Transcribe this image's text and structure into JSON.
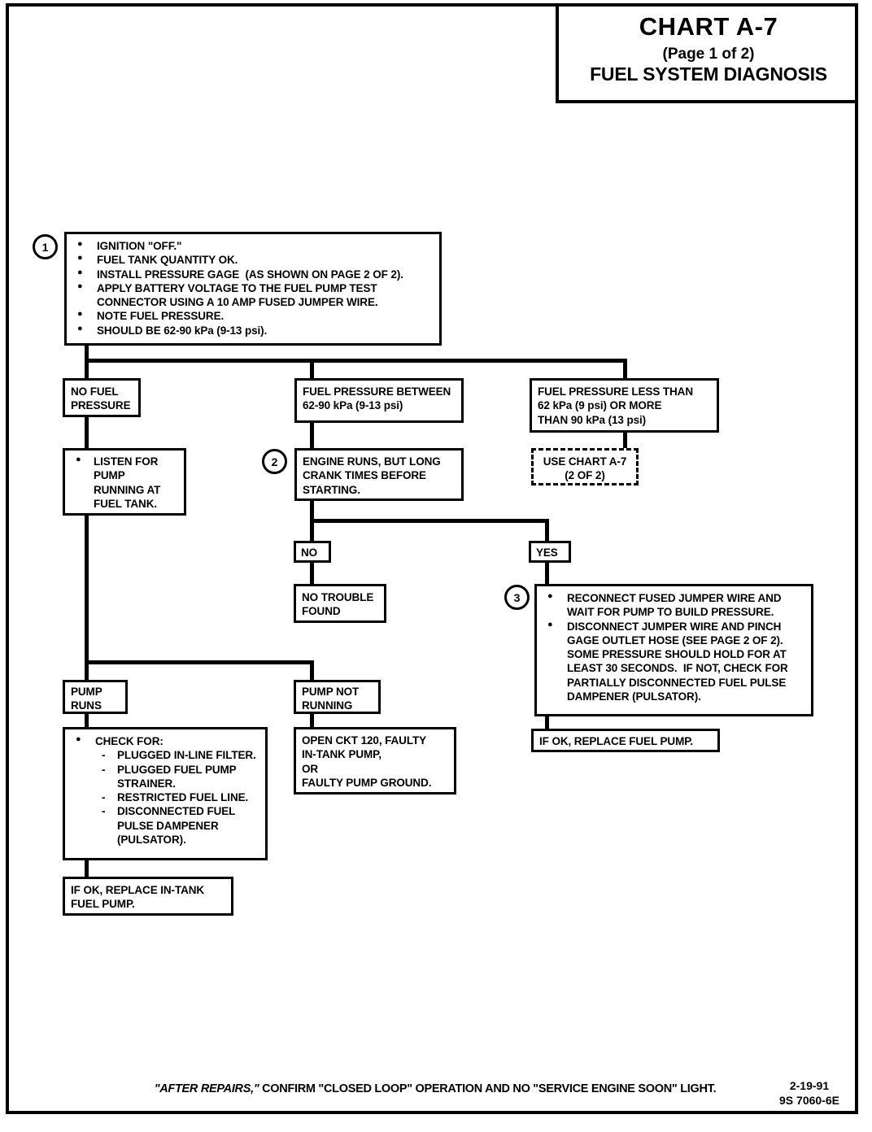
{
  "title_block": {
    "chart_title": "CHART A-7",
    "page_label": "(Page 1 of 2)",
    "subtitle": "FUEL SYSTEM DIAGNOSIS"
  },
  "steps": {
    "one": "1",
    "two": "2",
    "three": "3"
  },
  "nodes": {
    "step1": {
      "items": [
        [
          "IGNITION \"OFF.\""
        ],
        [
          "FUEL TANK QUANTITY OK."
        ],
        [
          "INSTALL PRESSURE GAGE  (AS SHOWN ON PAGE 2 OF 2)."
        ],
        [
          "APPLY BATTERY VOLTAGE TO THE FUEL PUMP TEST",
          "CONNECTOR USING A 10 AMP FUSED JUMPER WIRE."
        ],
        [
          "NOTE FUEL PRESSURE."
        ],
        [
          "SHOULD BE 62-90 kPa (9-13 psi)."
        ]
      ]
    },
    "no_fuel_pressure": {
      "lines": [
        "NO FUEL",
        "PRESSURE"
      ]
    },
    "pressure_between": {
      "lines": [
        "FUEL PRESSURE BETWEEN",
        "62-90 kPa (9-13 psi)"
      ]
    },
    "pressure_out_of_range": {
      "lines": [
        "FUEL PRESSURE LESS THAN",
        "62 kPa (9 psi) OR MORE",
        "THAN 90 kPa (13 psi)"
      ]
    },
    "use_chart": {
      "lines": [
        "USE CHART A-7",
        "(2 OF 2)"
      ]
    },
    "listen_for_pump": {
      "items": [
        [
          "LISTEN FOR",
          "PUMP",
          "RUNNING AT",
          "FUEL TANK."
        ]
      ]
    },
    "engine_runs": {
      "lines": [
        "ENGINE RUNS, BUT LONG",
        "CRANK TIMES BEFORE",
        "STARTING."
      ]
    },
    "no_label": {
      "lines": [
        "NO"
      ]
    },
    "yes_label": {
      "lines": [
        "YES"
      ]
    },
    "no_trouble_found": {
      "lines": [
        "NO TROUBLE",
        "FOUND"
      ]
    },
    "step3": {
      "items": [
        [
          "RECONNECT FUSED JUMPER WIRE AND",
          "WAIT FOR PUMP TO BUILD PRESSURE."
        ],
        [
          "DISCONNECT JUMPER WIRE AND PINCH",
          "GAGE OUTLET HOSE (SEE PAGE 2 OF 2).",
          "SOME PRESSURE SHOULD HOLD FOR AT",
          "LEAST 30 SECONDS.  IF NOT, CHECK FOR",
          "PARTIALLY DISCONNECTED FUEL PULSE",
          "DAMPENER (PULSATOR)."
        ]
      ]
    },
    "replace_fuel_pump": {
      "lines": [
        "IF OK, REPLACE FUEL PUMP."
      ]
    },
    "pump_runs": {
      "lines": [
        "PUMP",
        "RUNS"
      ]
    },
    "pump_not_running": {
      "lines": [
        "PUMP NOT",
        "RUNNING"
      ]
    },
    "check_for": {
      "header": "CHECK FOR:",
      "items": [
        [
          "PLUGGED IN-LINE FILTER."
        ],
        [
          "PLUGGED FUEL PUMP",
          "STRAINER."
        ],
        [
          "RESTRICTED FUEL LINE."
        ],
        [
          "DISCONNECTED FUEL",
          "PULSE DAMPENER",
          "(PULSATOR)."
        ]
      ]
    },
    "open_ckt": {
      "lines": [
        "OPEN CKT 120, FAULTY",
        "IN-TANK PUMP,",
        "OR",
        "FAULTY PUMP GROUND."
      ]
    },
    "replace_in_tank_pump": {
      "lines": [
        "IF OK, REPLACE IN-TANK",
        "FUEL PUMP."
      ]
    }
  },
  "footer": {
    "note_italic": "\"AFTER REPAIRS,\"",
    "note_rest": " CONFIRM \"CLOSED LOOP\" OPERATION AND NO \"SERVICE ENGINE SOON\" LIGHT.",
    "date": "2-19-91",
    "code": "9S 7060-6E"
  },
  "colors": {
    "ink": "#000000",
    "paper": "#ffffff"
  }
}
